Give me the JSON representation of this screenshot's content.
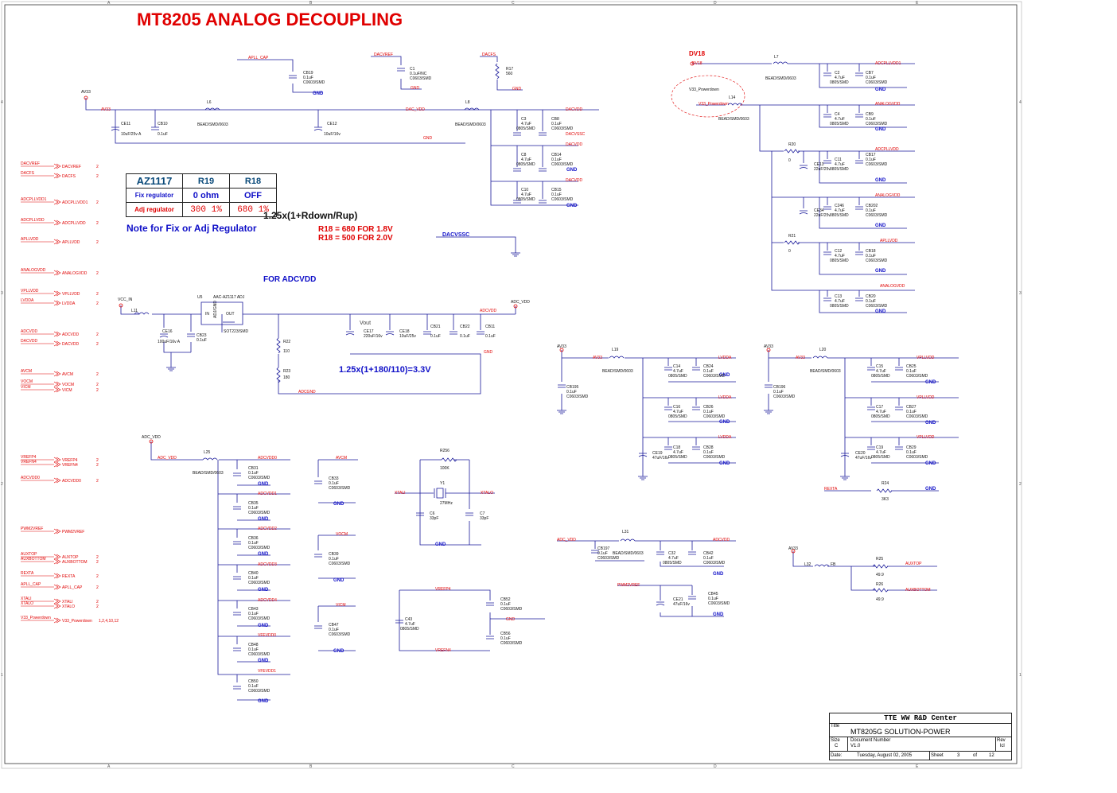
{
  "title": "MT8205 ANALOG DECOUPLING",
  "border": {
    "cols": [
      "A",
      "B",
      "C",
      "D",
      "E"
    ],
    "rows": [
      "4",
      "3",
      "2",
      "1"
    ]
  },
  "notes": {
    "formula1": "1.25x(1+Rdown/Rup)",
    "note_fix": "Note for Fix or Adj Regulator",
    "r18_a": "R18 = 680 FOR 1.8V",
    "r18_b": "R18 = 500 FOR 2.0V",
    "for_adcvdd": "FOR ADCVDD",
    "formula2": "1.25x(1+180/110)=3.3V",
    "vout": "Vout"
  },
  "table": {
    "header": [
      "AZ1117",
      "R19",
      "R18"
    ],
    "rows": [
      [
        "Fix regulator",
        "0 ohm",
        "OFF"
      ],
      [
        "Adj regulator",
        "300 1%",
        "680 1%"
      ]
    ]
  },
  "offpage": [
    {
      "net": "DACVREF",
      "label": "DACVREF",
      "page": "2"
    },
    {
      "net": "DACFS",
      "label": "DACFS",
      "page": "2"
    },
    {
      "net": "ADCPLLVDD1",
      "label": "ADCPLLVDD1",
      "page": "2"
    },
    {
      "net": "ADCPLLVDD",
      "label": "ADCPLLVDD",
      "page": "2"
    },
    {
      "net": "APLLVDD",
      "label": "APLLVDD",
      "page": "2"
    },
    {
      "net": "ANALOGVDD",
      "label": "ANALOGVDD",
      "page": "2"
    },
    {
      "net": "VPLLVDD",
      "label": "VPLLVDD",
      "page": "2"
    },
    {
      "net": "LVDDA",
      "label": "LVDDA",
      "page": "2"
    },
    {
      "net": "ADCVDD",
      "label": "ADCVDD",
      "page": "2"
    },
    {
      "net": "DACVDD",
      "label": "DACVDD",
      "page": "2"
    },
    {
      "net": "AVCM",
      "label": "AVCM",
      "page": "2"
    },
    {
      "net": "VOCM",
      "label": "VOCM",
      "page": "2"
    },
    {
      "net": "VICM",
      "label": "VICM",
      "page": "2"
    },
    {
      "net": "VREFP4",
      "label": "VREFP4",
      "page": "2"
    },
    {
      "net": "VREFN4",
      "label": "VREFN4",
      "page": "2"
    },
    {
      "net": "ADCVDD0",
      "label": "ADCVDD0",
      "page": "2"
    },
    {
      "net": "PWM2VREF",
      "label": "PWM2VREF",
      "page": ""
    },
    {
      "net": "AUXTOP",
      "label": "AUXTOP",
      "page": "2"
    },
    {
      "net": "AUXBOTTOM",
      "label": "AUXBOTTOM",
      "page": "2"
    },
    {
      "net": "REXTA",
      "label": "REXTA",
      "page": "2"
    },
    {
      "net": "APLL_CAP",
      "label": "APLL_CAP",
      "page": "2"
    },
    {
      "net": "XTALI",
      "label": "XTALI",
      "page": "2"
    },
    {
      "net": "XTALO",
      "label": "XTALO",
      "page": "2"
    },
    {
      "net": "V33_Powerdown",
      "label": "V33_Powerdown",
      "page": "1,2,4,10,12"
    }
  ],
  "labels": {
    "apll_cap": "APLL_CAP",
    "dacvref": "DACVREF",
    "dacfs": "DACFS",
    "gnd": "GND",
    "av33": "AV33",
    "dac_vdd": "DAC_VDD",
    "dacvdd": "DACVDD",
    "dacvssc": "DACVSSC",
    "vcc_in": "VCC_IN",
    "adc_vdd": "ADC_VDD",
    "adcgnd": "ADCGND",
    "dv18": "DV18",
    "adcpllvdd1": "ADCPLLVDD1",
    "analogvdd": "ANALOGVDD",
    "adcpllvdd": "ADCPLLVDD",
    "apllvdd": "APLLVDD",
    "lvdda": "LVDDA",
    "vpllvdd": "VPLLVDD",
    "adcvdd": "ADCVDD",
    "pwm2vref": "PWM2VREF",
    "auxtop": "AUXTOP",
    "auxbottom": "AUXBOTTOM",
    "rexta": "REXTA",
    "adcvdd0": "ADCVDD0",
    "adcvdd1": "ADCVDD1",
    "adcvdd2": "ADCVDD2",
    "adcvdd3": "ADCVDD3",
    "adcvdd4": "ADCVDD4",
    "vfevdd0": "VFEVDD0",
    "vfevdd1": "VFEVDD1",
    "avcm": "AVCM",
    "vocm": "VOCM",
    "vicm": "VICM",
    "xtali": "XTALI",
    "xtalo": "XTALO",
    "vrefp4": "VREFP4",
    "vrefn4": "VREFN4",
    "v33_pd": "V33_Powerdown",
    "fb": "FB",
    "in": "IN",
    "out": "OUT",
    "adjgnd": "ADJ/GND"
  },
  "parts": {
    "CB19": "CB19",
    "CB19v": "0.1uF",
    "C0603": "C0603/SMD",
    "C0805": "0805/SMD",
    "C1": "C1",
    "C1v": "0.1uF/NC",
    "R17": "R17",
    "R17v": "560",
    "L6": "L6",
    "L8": "L8",
    "BEAD": "BEAD/SMD/0603",
    "CE11": "CE11",
    "CE11v": "10uF/25v A",
    "CB10": "CB10",
    "CE12": "CE12",
    "CE12v": "10uF/16v",
    "C3": "C3",
    "C47": "4.7uF",
    "CB8": "CB8",
    "C8": "C8",
    "CB14": "CB14",
    "C10": "C10",
    "CB15": "CB15",
    "U5": "U5",
    "U5p": "AAC-AZ1117 ADJ",
    "SOT": "SOT223/SMD",
    "L11": "L11",
    "CE16": "CE16",
    "CE16v": "100uF/16v A",
    "CB23": "CB23",
    "R22": "R22",
    "R22v": "110",
    "R23": "R23",
    "R23v": "180",
    "CE17": "CE17",
    "CE17v": "220uF/16v",
    "CE18": "CE18",
    "CE18v": "10uF/25v",
    "CB21": "CB21",
    "CB22": "CB22",
    "CB11": "CB11",
    "L7": "L7",
    "C2": "C2",
    "CB7": "CB7",
    "L14": "L14",
    "C4": "C4",
    "CB9": "CB9",
    "R20": "R20",
    "zero": "0",
    "CE13": "CE13",
    "C22u": "22uF/25v",
    "C11": "C11",
    "CB17": "CB17",
    "CE34": "CE34",
    "C246": "C246",
    "CB202": "CB202",
    "R21": "R21",
    "C12": "C12",
    "CB18": "CB18",
    "C13": "C13",
    "CB20": "CB20",
    "L19": "L19",
    "CB195": "CB195",
    "C14": "C14",
    "CB24": "CB24",
    "C16": "C16",
    "CB26": "CB26",
    "CE19": "CE19",
    "C47u": "47uF/16v",
    "C18": "C18",
    "CB28": "CB28",
    "L20": "L20",
    "CB196": "CB196",
    "C15": "C15",
    "CB25": "CB25",
    "C17": "C17",
    "CB27": "CB27",
    "CE20": "CE20",
    "C19": "C19",
    "CB29": "CB29",
    "R24": "R24",
    "R24v": "3K3",
    "L25": "L25",
    "CB31": "CB31",
    "CB35": "CB35",
    "CB36": "CB36",
    "CB40": "CB40",
    "CB43": "CB43",
    "CB48": "CB48",
    "CB50": "CB50",
    "CB33": "CB33",
    "CB39": "CB39",
    "CB47": "CB47",
    "R256": "R256",
    "R256v": "100K",
    "Y1": "Y1",
    "Y1v": "27MHz",
    "C6": "C6",
    "C33p": "33pF",
    "C7": "C7",
    "C43": "C43",
    "CB52": "CB52",
    "CB56": "CB56",
    "L31": "L31",
    "CB197": "CB197",
    "C32": "C32",
    "CB42": "CB42",
    "CE21": "CE21",
    "CE21v": "47uF/16v",
    "CB45": "CB45",
    "L32": "L32",
    "R25": "R25",
    "R49": "49.9",
    "R26": "R26",
    "C01": "0.1uF"
  },
  "title_block": {
    "company": "TTE WW R&D Center",
    "title_lbl": "Title",
    "title": "MT8205G SOLUTION-POWER",
    "size_lbl": "Size",
    "size": "C",
    "doc_lbl": "Document Number",
    "doc": "V1.0",
    "rev_lbl": "Rev",
    "rev": "lcl",
    "date_lbl": "Date:",
    "date": "Tuesday, August 02, 2005",
    "sheet_lbl": "Sheet",
    "sheet": "3",
    "of": "of",
    "total": "12"
  },
  "colors": {
    "wire": "#1a1a9a",
    "net": "#e00000",
    "gnd": "#1010c8",
    "black": "#111111"
  }
}
